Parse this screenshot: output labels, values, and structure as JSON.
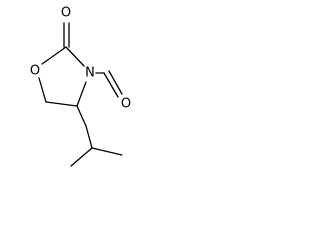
{
  "molecule": {
    "atoms": {
      "carbonyl_oxygen": "O",
      "ring_oxygen": "O",
      "ring_nitrogen": "N",
      "nitroso_oxygen": "O"
    },
    "colors": {
      "bond": "#000000",
      "label": "#000000",
      "background": "#ffffff"
    }
  }
}
